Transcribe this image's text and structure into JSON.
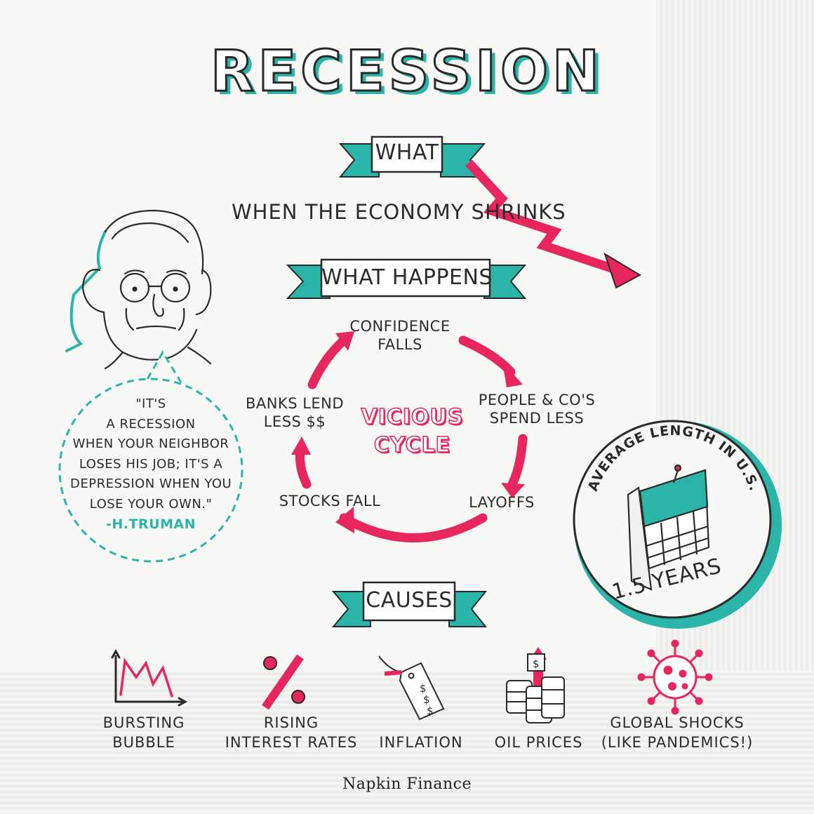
{
  "title": "RECESSION",
  "banners": {
    "what": "WHAT",
    "what_happens": "WHAT HAPPENS",
    "causes": "CAUSES"
  },
  "definition": "WHEN THE ECONOMY SHRINKS",
  "cycle": {
    "center_line1": "VICIOUS",
    "center_line2": "CYCLE",
    "confidence_falls_1": "CONFIDENCE",
    "confidence_falls_2": "FALLS",
    "spend_less_1": "PEOPLE & CO'S",
    "spend_less_2": "SPEND LESS",
    "layoffs": "LAYOFFS",
    "stocks_fall": "STOCKS FALL",
    "banks_lend_1": "BANKS LEND",
    "banks_lend_2": "LESS $$"
  },
  "quote": {
    "line1": "\"IT'S",
    "line2": "A RECESSION",
    "line3": "WHEN YOUR NEIGHBOR",
    "line4": "LOSES HIS JOB; IT'S A",
    "line5": "DEPRESSION WHEN YOU",
    "line6": "LOSE YOUR OWN.\"",
    "author": "-H.TRUMAN"
  },
  "badge": {
    "arc_text": "AVERAGE LENGTH IN U.S.",
    "value": "1.5 YEARS"
  },
  "causes": {
    "bursting_1": "BURSTING",
    "bursting_2": "BUBBLE",
    "rates_1": "RISING",
    "rates_2": "INTEREST RATES",
    "inflation": "INFLATION",
    "oil": "OIL PRICES",
    "shocks_1": "GLOBAL SHOCKS",
    "shocks_2": "(LIKE PANDEMICS!)"
  },
  "brand": "Napkin Finance",
  "colors": {
    "teal": "#2bb5a8",
    "pink": "#e8265e",
    "ink": "#2a2a2a"
  }
}
